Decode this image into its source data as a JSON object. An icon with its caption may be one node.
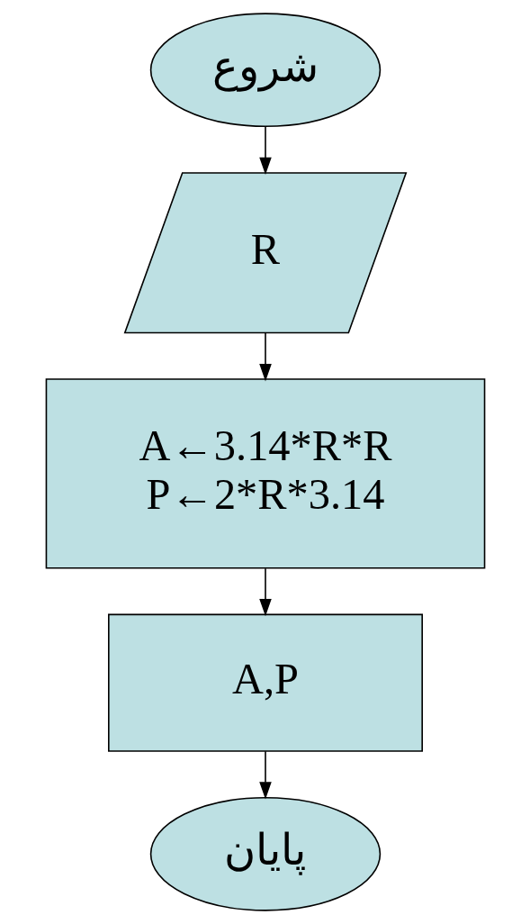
{
  "diagram": {
    "nodes": [
      {
        "text": [
          "شروع"
        ]
      },
      {
        "text": [
          "R"
        ]
      },
      {
        "text": [
          "A←3.14*R*R",
          "P←2*R*3.14"
        ]
      },
      {
        "text": [
          "A,P"
        ]
      },
      {
        "text": [
          "پایان"
        ]
      }
    ],
    "edges": [
      {
        "from": 0,
        "to": 1,
        "arrow": "to"
      },
      {
        "from": 1,
        "to": 2,
        "arrow": "to"
      },
      {
        "from": 2,
        "to": 3,
        "arrow": "to"
      },
      {
        "from": 3,
        "to": 4,
        "arrow": "to"
      }
    ]
  }
}
